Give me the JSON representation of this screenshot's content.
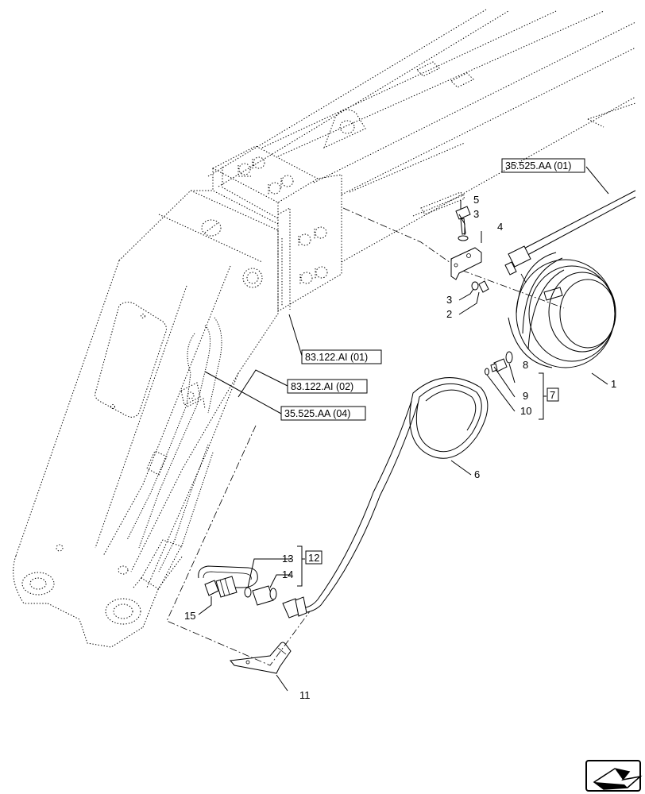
{
  "callouts": {
    "p1": "1",
    "p2": "2",
    "p3a": "3",
    "p3b": "3",
    "p4": "4",
    "p5": "5",
    "p6": "6",
    "p7": "7",
    "p8": "8",
    "p9": "9",
    "p10": "10",
    "p11": "11",
    "p12": "12",
    "p13": "13",
    "p14": "14",
    "p15": "15"
  },
  "references": {
    "ref_35525_01": "35.525.AA (01)",
    "ref_83122_01": "83.122.AI (01)",
    "ref_83122_02": "83.122.AI (02)",
    "ref_35525_04": "35.525.AA (04)"
  },
  "nav_icon": "next-page-arrow-icon"
}
